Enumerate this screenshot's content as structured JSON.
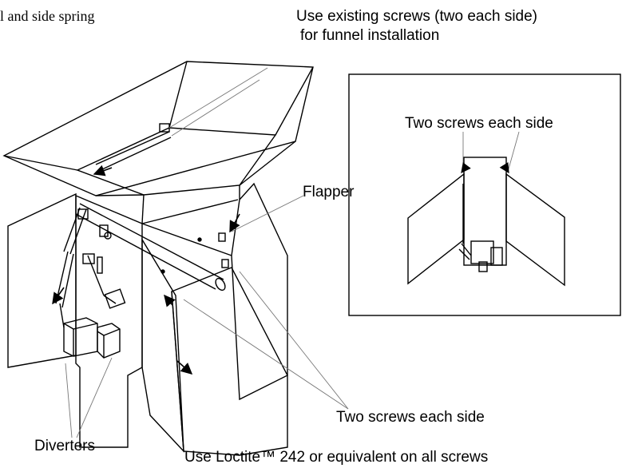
{
  "labels": {
    "top_left": "l and side spring",
    "top_right_line1": "Use existing screws (two each side)",
    "top_right_line2": "for funnel installation",
    "inset_screws": "Two screws each side",
    "flapper": "Flapper",
    "main_screws": "Two screws each side",
    "diverters": "Diverters",
    "bottom_note": "Use Loctite™ 242 or equivalent on all screws"
  }
}
